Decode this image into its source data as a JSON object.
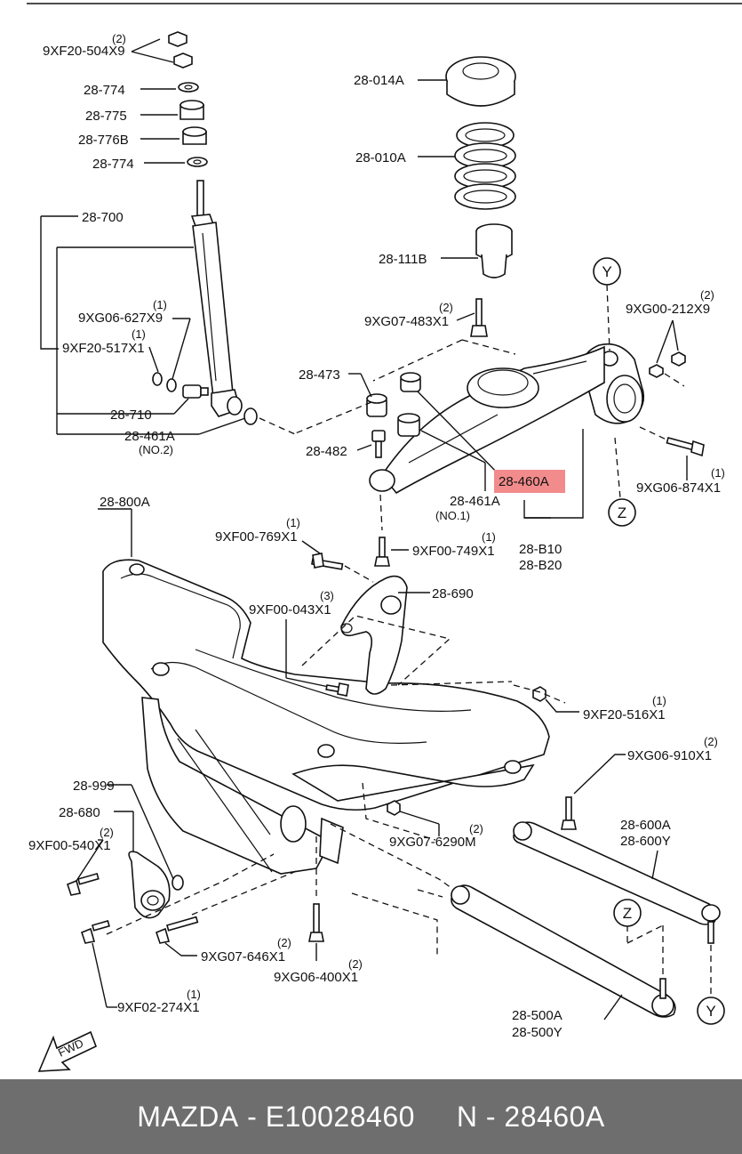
{
  "labels": {
    "l_9xf20_504x9": "9XF20-504X9",
    "l_9xf20_504x9_q": "(2)",
    "l_28_774_a": "28-774",
    "l_28_775": "28-775",
    "l_28_776b": "28-776B",
    "l_28_774_b": "28-774",
    "l_28_700": "28-700",
    "l_9xg06_627x9": "9XG06-627X9",
    "l_9xg06_627x9_q": "(1)",
    "l_9xf20_517x1": "9XF20-517X1",
    "l_9xf20_517x1_q": "(1)",
    "l_28_710": "28-710",
    "l_28_461a_no2": "28-461A",
    "l_no2": "(NO.2)",
    "l_28_014a": "28-014A",
    "l_28_010a": "28-010A",
    "l_28_111b": "28-111B",
    "l_9xg07_483x1": "9XG07-483X1",
    "l_9xg07_483x1_q": "(2)",
    "l_9xg00_212x9": "9XG00-212X9",
    "l_9xg00_212x9_q": "(2)",
    "l_28_473": "28-473",
    "l_28_482": "28-482",
    "l_28_460a": "28-460A",
    "l_28_461a_no1": "28-461A",
    "l_no1": "(NO.1)",
    "l_9xg06_874x1": "9XG06-874X1",
    "l_9xg06_874x1_q": "(1)",
    "l_28_b10": "28-B10",
    "l_28_b20": "28-B20",
    "l_28_800a": "28-800A",
    "l_9xf00_769x1": "9XF00-769X1",
    "l_9xf00_769x1_q": "(1)",
    "l_9xf00_749x1": "9XF00-749X1",
    "l_9xf00_749x1_q": "(1)",
    "l_28_690": "28-690",
    "l_9xf00_043x1": "9XF00-043X1",
    "l_9xf00_043x1_q": "(3)",
    "l_9xf20_516x1": "9XF20-516X1",
    "l_9xf20_516x1_q": "(1)",
    "l_9xg06_910x1": "9XG06-910X1",
    "l_9xg06_910x1_q": "(2)",
    "l_28_999": "28-999",
    "l_28_680": "28-680",
    "l_9xf00_540x1": "9XF00-540X1",
    "l_9xf00_540x1_q": "(2)",
    "l_9xg07_6290m": "9XG07-6290M",
    "l_9xg07_6290m_q": "(2)",
    "l_28_600a": "28-600A",
    "l_28_600y": "28-600Y",
    "l_9xg07_646x1": "9XG07-646X1",
    "l_9xg07_646x1_q": "(2)",
    "l_9xg06_400x1": "9XG06-400X1",
    "l_9xg06_400x1_q": "(2)",
    "l_9xf02_274x1": "9XF02-274X1",
    "l_9xf02_274x1_q": "(1)",
    "l_28_500a": "28-500A",
    "l_28_500y": "28-500Y",
    "l_fwd": "FWD"
  },
  "circle_markers": {
    "y_top": "Y",
    "z_mid": "Z",
    "z_low": "Z",
    "y_low": "Y"
  },
  "highlight": {
    "part": "28-460A",
    "color": "#f28b8b"
  },
  "footer": {
    "brand": "MAZDA",
    "sep1": " - ",
    "part_code": "E10028460",
    "gap": "     ",
    "n_prefix": "N",
    "sep2": " - ",
    "n_code": "28460A"
  }
}
